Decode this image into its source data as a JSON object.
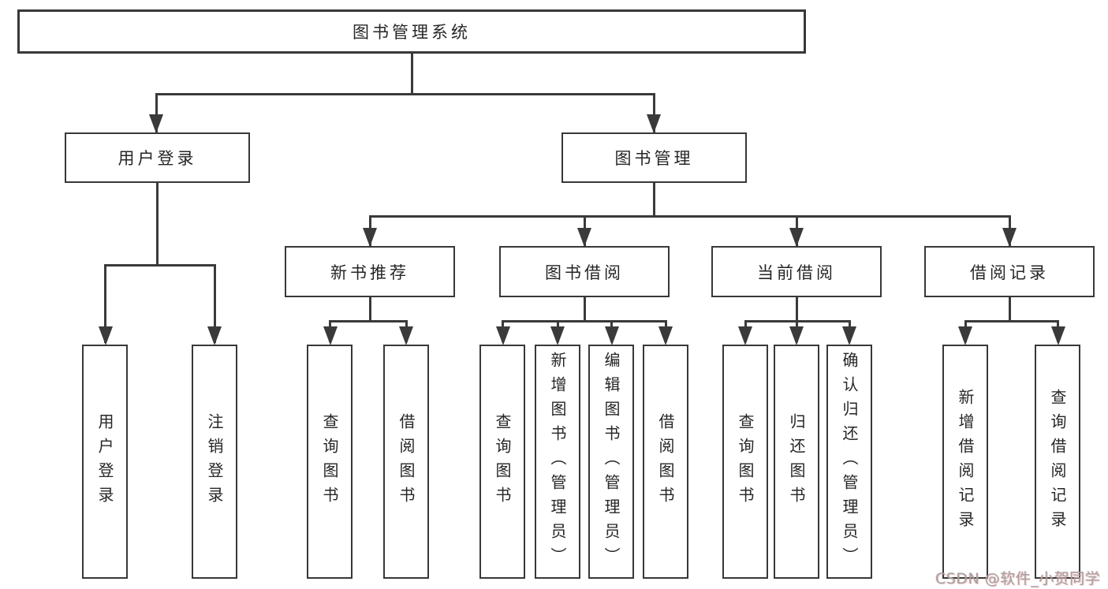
{
  "tree": {
    "label": "图书管理系统",
    "children": [
      {
        "label": "用户登录",
        "children": [
          {
            "label": "用户登录"
          },
          {
            "label": "注销登录"
          }
        ]
      },
      {
        "label": "图书管理",
        "children": [
          {
            "label": "新书推荐",
            "children": [
              {
                "label": "查询图书"
              },
              {
                "label": "借阅图书"
              }
            ]
          },
          {
            "label": "图书借阅",
            "children": [
              {
                "label": "查询图书"
              },
              {
                "label": "新增图书（管理员）"
              },
              {
                "label": "编辑图书（管理员）"
              },
              {
                "label": "借阅图书"
              }
            ]
          },
          {
            "label": "当前借阅",
            "children": [
              {
                "label": "查询图书"
              },
              {
                "label": "归还图书"
              },
              {
                "label": "确认归还（管理员）"
              }
            ]
          },
          {
            "label": "借阅记录",
            "children": [
              {
                "label": "新增借阅记录"
              },
              {
                "label": "查询借阅记录"
              }
            ]
          }
        ]
      }
    ]
  },
  "watermark": {
    "text": "CSDN @软件_小贺同学"
  },
  "colors": {
    "line": "#3a3a3a",
    "box_border": "#383838",
    "text": "#262626",
    "watermark": "#a3a3a3",
    "background": "#ffffff"
  }
}
